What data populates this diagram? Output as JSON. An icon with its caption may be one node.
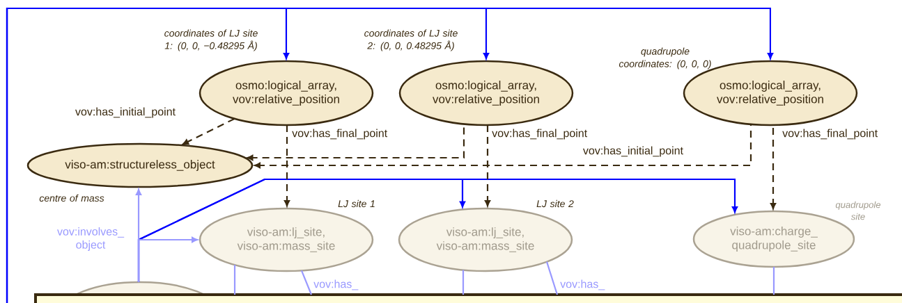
{
  "diagram": {
    "nodes": [
      {
        "text": [
          "osmo:logical_array, vov:relative_position"
        ],
        "beside": [
          "coordinates of LJ site 1: (0, 0, −0.48295 Å)"
        ]
      },
      {
        "text": [
          "osmo:logical_array, vov:relative_position"
        ],
        "beside": [
          "coordinates of LJ site 2: (0, 0, 0.48295 Å)"
        ]
      },
      {
        "text": [
          "osmo:logical_array, vov:relative_position"
        ],
        "beside": [
          "quadrupole coordinates: (0, 0, 0)"
        ]
      },
      {
        "text": [
          "viso-am:structureless_object"
        ],
        "beside": [
          "centre of mass"
        ]
      },
      {
        "text": [
          "viso-am:lj_site, viso-am:mass_site"
        ],
        "beside": [
          "LJ site 1"
        ]
      },
      {
        "text": [
          "viso-am:lj_site, viso-am:mass_site"
        ],
        "beside": [
          "LJ site 2"
        ]
      },
      {
        "text": [
          "viso-am:charge_ quadrupole_site"
        ],
        "beside": [
          "quadrupole site"
        ]
      },
      {
        "text": [],
        "shape": "ellipse"
      },
      {
        "text": [],
        "shape": "box"
      }
    ],
    "edges": [
      {
        "from": null,
        "to": 0,
        "arrow": "to",
        "color": "#0000ff"
      },
      {
        "from": null,
        "to": 1,
        "arrow": "to",
        "color": "#0000ff"
      },
      {
        "from": null,
        "to": 2,
        "arrow": "to",
        "color": "#0000ff"
      },
      {
        "from": 0,
        "to": 3,
        "arrow": "to",
        "style": "dashed",
        "color": "#3a2a10",
        "label": "vov:has_initial_point"
      },
      {
        "from": 0,
        "to": 4,
        "arrow": "to",
        "style": "dashed",
        "color": "#3a2a10",
        "label": "vov:has_final_point"
      },
      {
        "from": 1,
        "to": 3,
        "arrow": "to",
        "style": "dashed",
        "color": "#3a2a10"
      },
      {
        "from": 1,
        "to": 5,
        "arrow": "to",
        "style": "dashed",
        "color": "#3a2a10",
        "label": "vov:has_final_point"
      },
      {
        "from": 2,
        "to": 3,
        "arrow": "to",
        "style": "dashed",
        "color": "#3a2a10",
        "label": "vov:has_initial_point"
      },
      {
        "from": 2,
        "to": 6,
        "arrow": "to",
        "style": "dashed",
        "color": "#3a2a10",
        "label": "vov:has_final_point"
      },
      {
        "from": 7,
        "to": 3,
        "arrow": "to",
        "color": "#9999ff",
        "label": "vov:involves_ object"
      },
      {
        "from": 7,
        "to": 4,
        "arrow": "to",
        "color": "#9999ff"
      },
      {
        "from": 7,
        "to": 5,
        "arrow": "to",
        "color": "#0000ff"
      },
      {
        "from": 7,
        "to": 6,
        "arrow": "to",
        "color": "#0000ff"
      },
      {
        "from": 4,
        "to": 8,
        "arrow": "none",
        "color": "#9999ff"
      },
      {
        "from": 4,
        "to": 8,
        "arrow": "none",
        "color": "#9999ff",
        "label": "vov:has_"
      },
      {
        "from": 5,
        "to": 8,
        "arrow": "none",
        "color": "#9999ff"
      },
      {
        "from": 5,
        "to": 8,
        "arrow": "none",
        "color": "#9999ff",
        "label": "vov:has_"
      },
      {
        "from": 6,
        "to": 8,
        "arrow": "none",
        "color": "#9999ff"
      }
    ]
  }
}
